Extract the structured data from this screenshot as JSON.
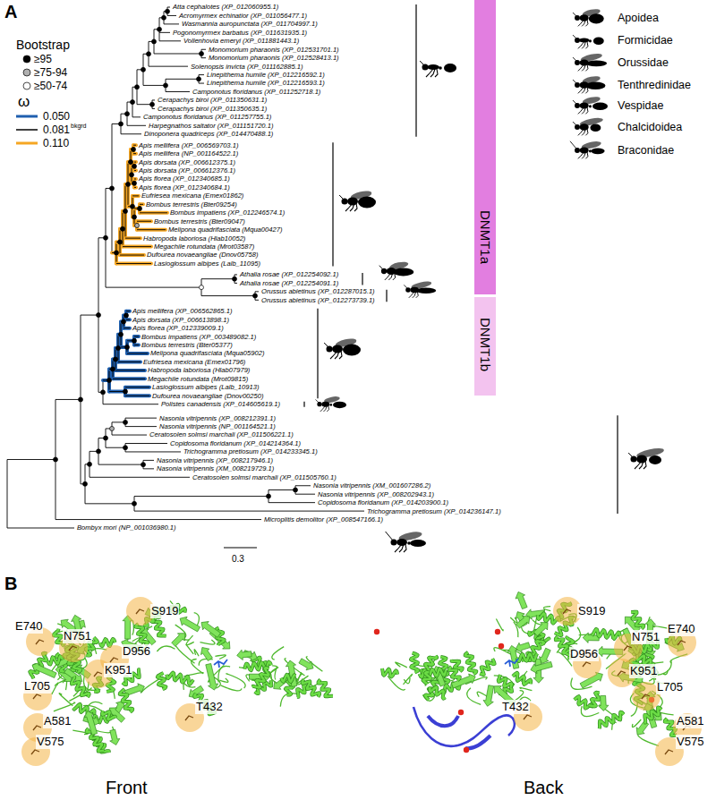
{
  "diagram": {
    "nodes": [
      {
        "text": [
          "DNMT1a"
        ]
      },
      {
        "text": [
          "DNMT1b"
        ]
      }
    ],
    "labels": [
      "A",
      "Bootstrap",
      "ω",
      "bkgrd",
      "Atta cephalotes (XP_012060955.1)",
      "Acromyrmex echinatior (XP_011056477.1)",
      "Wasmannia auropunctata (XP_011704997.1)",
      "Pogonomyrmex barbatus (XP_011631935.1)",
      "Vollenhovia emeryi (XP_011881443.1)",
      "Monomorium pharaonis (XP_012531701.1)",
      "Monomorium pharaonis (XP_012528413.1)",
      "Solenopsis invicta (XP_011162885.1)",
      "Linepithema humile (XP_012216592.1)",
      "Linepithema humile (XP_012216593.1)",
      "Camponotus floridanus (XP_011252718.1)",
      "Cerapachys biroi (XP_011350631.1)",
      "Cerapachys biroi (XP_011350635.1)",
      "Camponotus floridanus (XP_011257755.1)",
      "Harpegnathos saltator (XP_011151720.1)",
      "Dinoponera quadriceps (XP_014470488.1)",
      "Apis mellifera (XP_006569703.1)",
      "Apis mellifera (NP_001164522.1)",
      "Apis dorsata (XP_006612375.1)",
      "Apis dorsata (XP_006612376.1)",
      "Apis florea (XP_012340685.1)",
      "Apis florea (XP_012340684.1)",
      "Eufriesea mexicana (Emex01862)",
      "Bombus terrestris (Bter09254)",
      "Bombus impatiens (XP_012246574.1)",
      "Bombus terrestris (Bter09047)",
      "Melipona quadrifasciata (Mqua00427)",
      "Habropoda laboriosa (Hlab10052)",
      "Megachile rotundata (Mrot03587)",
      "Dufourea novaeangliae (Dnov05758)",
      "Lasioglossum albipes (Lalb_11095)",
      "Athalia rosae (XP_012254092.1)",
      "Athalia rosae (XP_012254091.1)",
      "Orussus abietinus (XP_012287015.1)",
      "Orussus abietinus (XP_012273739.1)",
      "Apis mellifera (XP_006562865.1)",
      "Apis dorsata (XP_006613898.1)",
      "Apis florea (XP_012339009.1)",
      "Bombus impatiens (XP_003489082.1)",
      "Bombus terrestris (Bter05377)",
      "Melipona quadrifasciata (Mqua05902)",
      "Eufriesea mexicana (Emex01796)",
      "Habropoda laboriosa (Hlab07979)",
      "Megachile rotundata (Mrot09815)",
      "Lasioglossum albipes (Lalb_10913)",
      "Dufourea novaeangliae (Dnov00250)",
      "Polistes canadensis (XP_014605619.1)",
      "Nasonia vitripennis (XP_008212391.1)",
      "Nasonia vitripennis (NP_001164521.1)",
      "Ceratosolen solmsi marchali (XP_011506221.1)",
      "Copidosoma floridanum (XP_014214364.1)",
      "Trichogramma pretiosum (XP_014233345.1)",
      "Nasonia vitripennis (XP_008217946.1)",
      "Nasonia vitripennis (XM_008219729.1)",
      "Ceratosolen solmsi marchali (XP_011505760.1)",
      "Nasonia vitripennis (XM_001607286.2)",
      "Nasonia vitripennis (XP_008202943.1)",
      "Copidosoma floridanum (XP_014203900.1)",
      "Trichogramma pretiosum (XP_014236147.1)",
      "Microplitis demolitor (XP_008547166.1)",
      "Bombyx mori (NP_001036980.1)",
      "0.3",
      "B",
      "S919",
      "E740",
      "N751",
      "D956",
      "K951",
      "L705",
      "T432",
      "A581",
      "V575",
      "S919",
      "E740",
      "D956",
      "N751",
      "K951",
      "L705",
      "T432",
      "A581",
      "V575",
      "Front",
      "Back"
    ],
    "legend": [
      {
        "text": "≥95"
      },
      {
        "text": "≥75-94"
      },
      {
        "text": "≥50-74"
      },
      {
        "text": "0.050"
      },
      {
        "text": "0.081"
      },
      {
        "text": "0.110"
      },
      {
        "text": "Apoidea"
      },
      {
        "text": "Formicidae"
      },
      {
        "text": "Orussidae"
      },
      {
        "text": "Tenthredinidae"
      },
      {
        "text": "Vespidae"
      },
      {
        "text": "Chalcidoidea"
      },
      {
        "text": "Braconidae"
      }
    ]
  }
}
